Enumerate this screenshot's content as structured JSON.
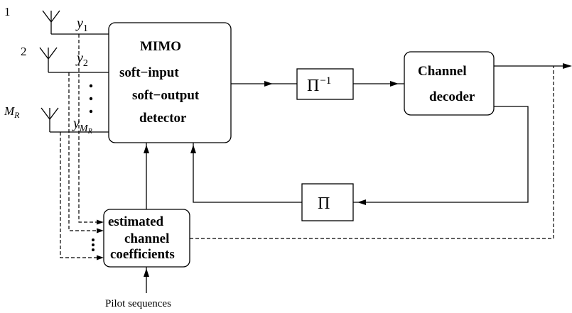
{
  "antennas": {
    "label_1": "1",
    "label_2": "2",
    "label_mr_main": "M",
    "label_mr_sub": "R"
  },
  "signals": {
    "y1_main": "y",
    "y1_sub": "1",
    "y2_main": "y",
    "y2_sub": "2",
    "ymr_main": "y",
    "ymr_sub_main": "M",
    "ymr_sub_sub": "R"
  },
  "detector": {
    "line1": "MIMO",
    "line2": "soft−input",
    "line3": "soft−output",
    "line4": "detector"
  },
  "deinterleaver": {
    "symbol": "Π",
    "exponent": "−1"
  },
  "decoder": {
    "line1": "Channel",
    "line2": "decoder"
  },
  "interleaver": {
    "symbol": "Π"
  },
  "estimator": {
    "line1": "estimated",
    "line2": "channel",
    "line3": "coefficients"
  },
  "pilot_label": "Pilot sequences"
}
